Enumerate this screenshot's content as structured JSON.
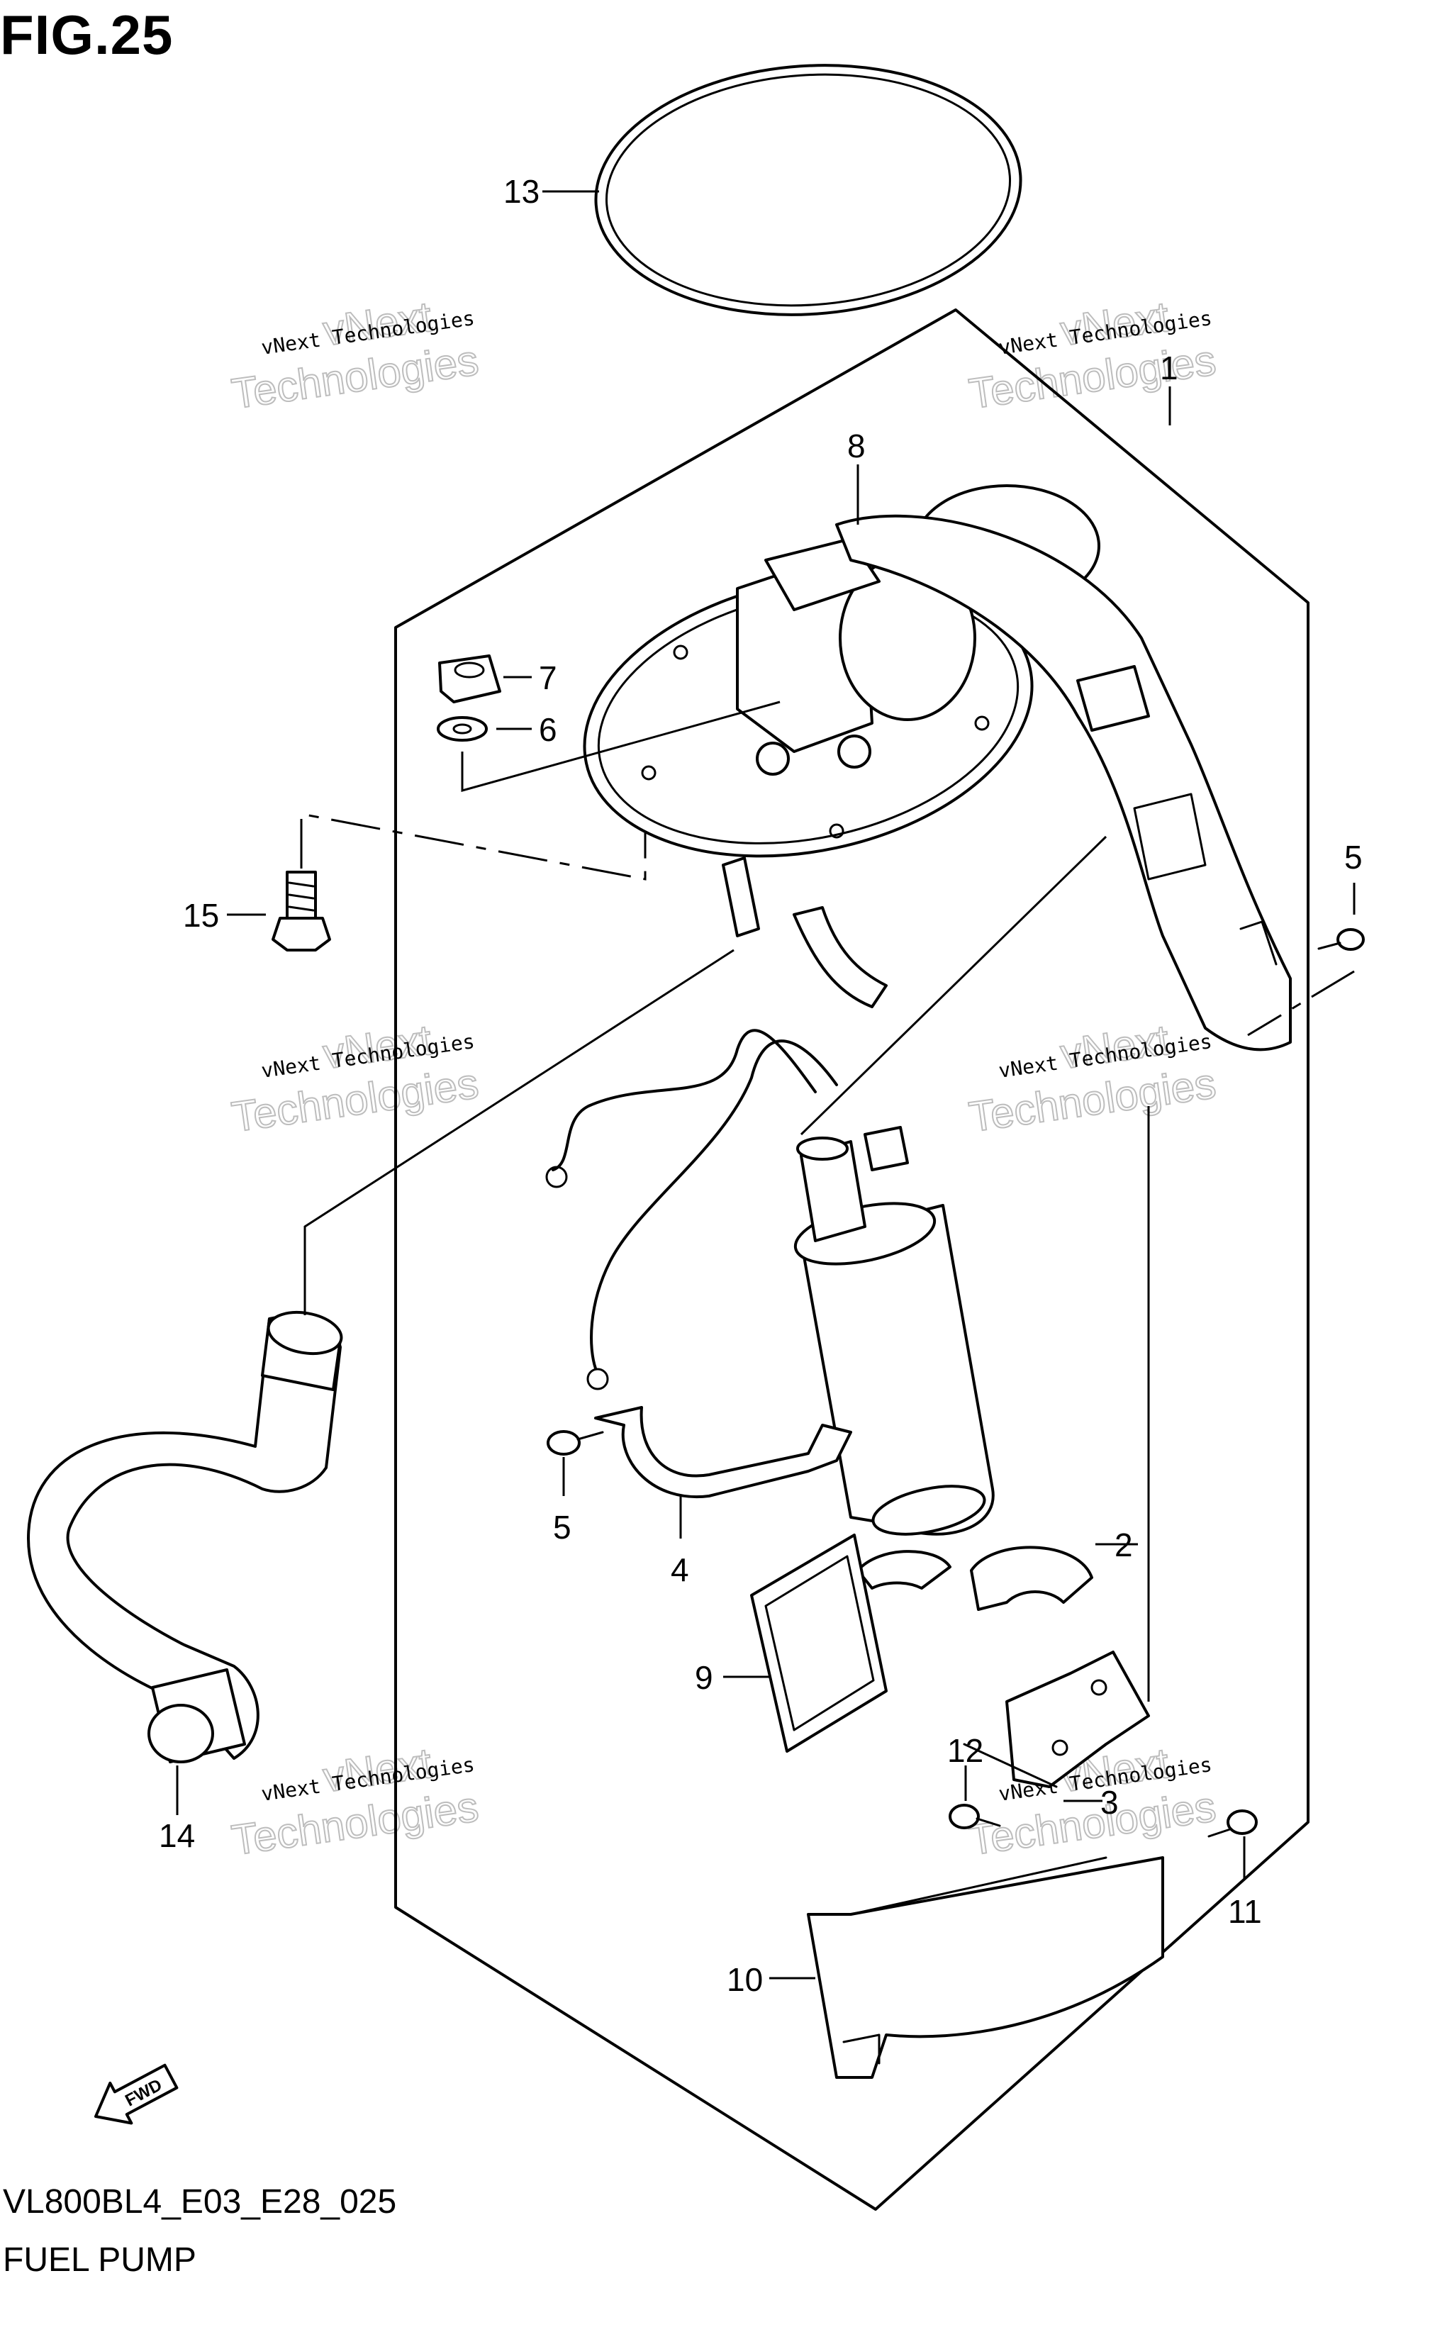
{
  "figure": {
    "title": "FIG.25",
    "code": "VL800BL4_E03_E28_025",
    "name": "FUEL PUMP"
  },
  "watermark": {
    "line1": "vNext Technologies",
    "line2": "vNext",
    "line3": "Technologies"
  },
  "callouts": [
    "13",
    "1",
    "8",
    "7",
    "6",
    "15",
    "5",
    "5",
    "4",
    "2",
    "9",
    "12",
    "3",
    "11",
    "10",
    "14"
  ],
  "fwd_label": "FWD"
}
